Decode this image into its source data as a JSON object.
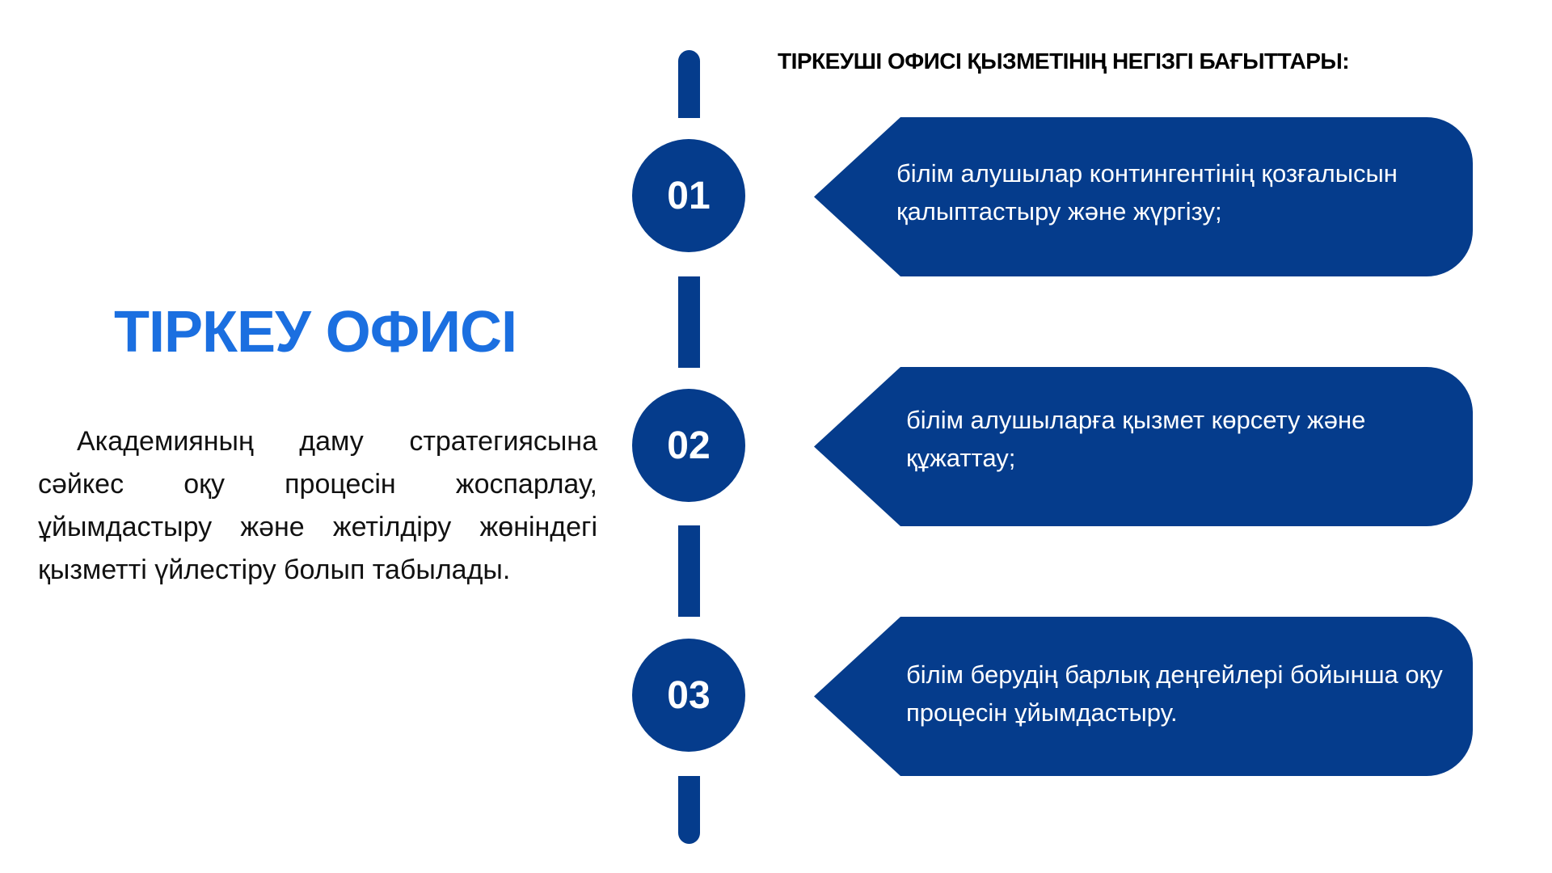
{
  "colors": {
    "accent": "#1b6fe0",
    "primary": "#053c8c"
  },
  "title": "ТІРКЕУ ОФИСІ",
  "description": "Академияның даму стратегиясына сәйкес оқу процесін жоспарлау, ұйымдастыру және жетілдіру жөніндегі қызметті үйлестіру болып табылады.",
  "header": "ТІРКЕУШІ ОФИСІ ҚЫЗМЕТІНІҢ НЕГІЗГІ БАҒЫТТАРЫ:",
  "steps": [
    {
      "number": "01",
      "text": "білім алушылар контингентінің қозғалысын қалыптастыру және жүргізу;"
    },
    {
      "number": "02",
      "text": " білім алушыларға қызмет көрсету және құжаттау;"
    },
    {
      "number": "03",
      "text": "білім берудің барлық деңгейлері бойынша оқу процесін ұйымдастыру."
    }
  ]
}
